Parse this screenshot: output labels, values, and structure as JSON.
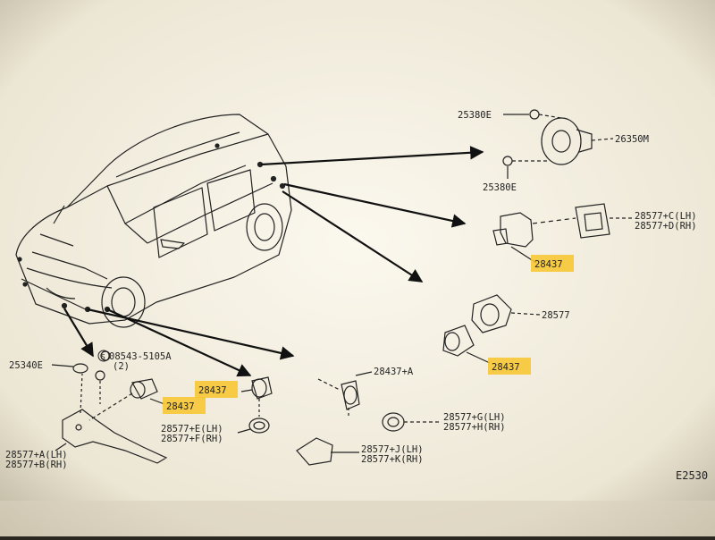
{
  "diagram": {
    "labels": {
      "horn_bolt_top": "25380E",
      "horn_bolt_bottom": "25380E",
      "horn": "26350M",
      "rear_bracket": "28577+C(LH)",
      "rear_bracket_2": "28577+D(RH)",
      "rear_sensor": "28437",
      "side_holder": "28577",
      "side_sensor": "28437",
      "bolt": "08543-5105A",
      "bolt_qty": "(2)",
      "grommet": "25340E",
      "front_sensor_left": "28437",
      "front_sensor_center": "28437",
      "center_bracket_lh": "28577+E(LH)",
      "center_bracket_rh": "28577+F(RH)",
      "sensor_a": "28437+A",
      "bracket_g": "28577+G(LH)",
      "bracket_h": "28577+H(RH)",
      "bracket_j": "28577+J(LH)",
      "bracket_k": "28577+K(RH)",
      "bracket_a": "28577+A(LH)",
      "bracket_b": "28577+B(RH)",
      "diagram_id": "E2530"
    }
  }
}
